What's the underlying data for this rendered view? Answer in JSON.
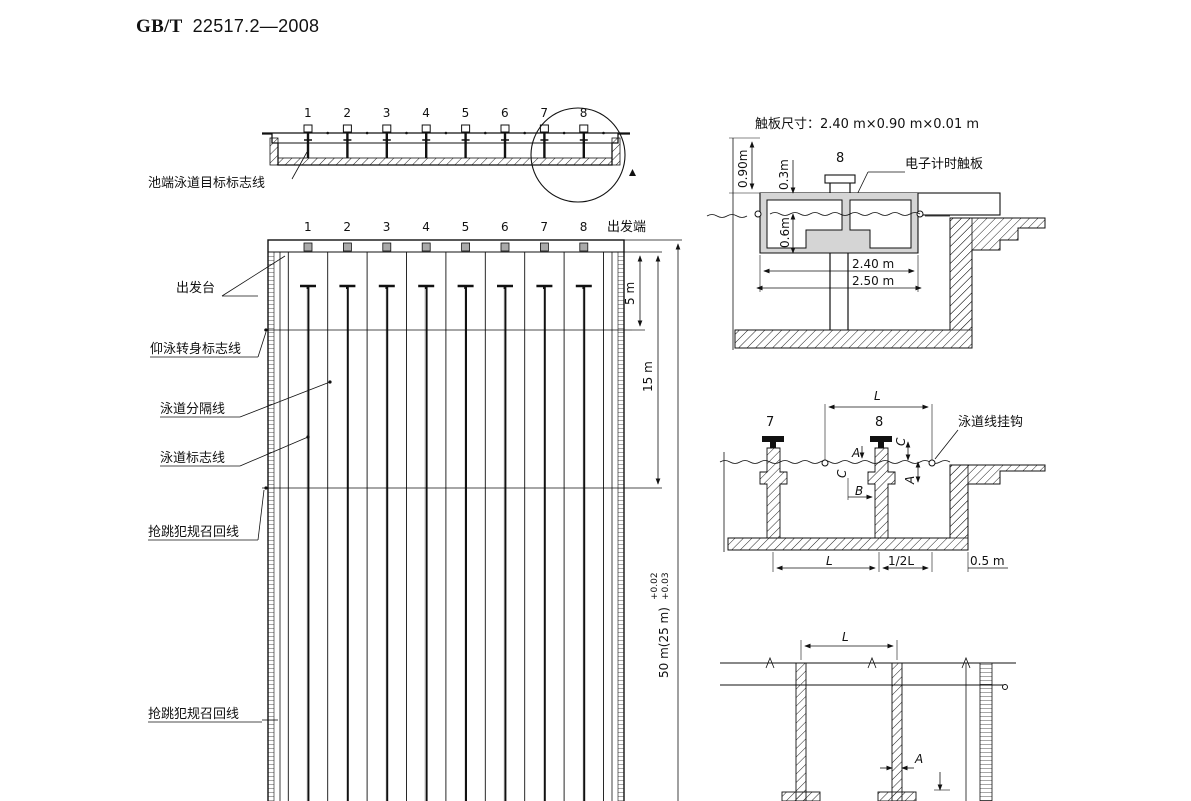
{
  "header": {
    "code": "GB/T",
    "number": "22517.2—2008"
  },
  "lane_numbers": [
    "1",
    "2",
    "3",
    "4",
    "5",
    "6",
    "7",
    "8"
  ],
  "labels": {
    "pool_end_target": "池端泳道目标标志线",
    "start_end": "出发端",
    "start_block": "出发台",
    "backstroke_turn": "仰泳转身标志线",
    "lane_rope": "泳道分隔线",
    "lane_marking": "泳道标志线",
    "false_start_1": "抢跳犯规召回线",
    "false_start_2": "抢跳犯规召回线",
    "touchpad_size": "触板尺寸：2.40 m×0.90 m×0.01 m",
    "touchpad_lane": "8",
    "electronic_pad": "电子计时触板",
    "lane_hook": "泳道线挂钩",
    "lane7": "7",
    "lane8": "8"
  },
  "dimensions": {
    "d5m": "5 m",
    "d15m": "15 m",
    "d50m": "50 m(25 m)",
    "tol_up": "+0.02",
    "tol_dn": "+0.03",
    "h090": "0.90m",
    "h03": "0.3m",
    "h06": "0.6m",
    "w240": "2.40 m",
    "w250": "2.50 m",
    "L": "L",
    "halfL": "1/2L",
    "d05m": "0.5 m",
    "A": "A",
    "B": "B",
    "C": "C"
  }
}
